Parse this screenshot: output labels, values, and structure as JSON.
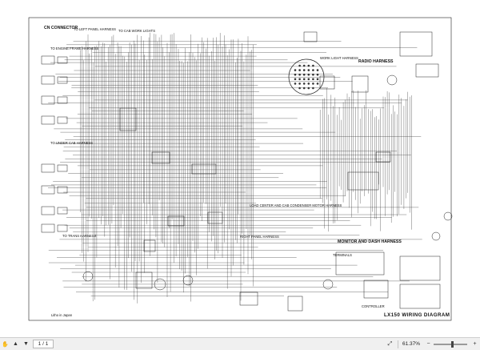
{
  "document": {
    "labels": {
      "cn_connector": "CN CONNECTOR",
      "to_left_panel": "TO LEFT PANEL HARNESS",
      "to_engine_frame": "TO ENGINE FRAME HARNESS",
      "to_cab_work_lights": "TO CAB WORK LIGHTS",
      "work_light_harness": "WORK LIGHT HARNESS",
      "radio_harness": "RADIO HARNESS",
      "to_under_cab": "TO UNDER CAB HARNESS",
      "load_center": "LOAD CENTER AND CAB CONDENSER MOTOR HARNESS",
      "right_panel": "RIGHT PANEL HARNESS",
      "to_trans": "TO TRANS HARNESS",
      "monitor_dash": "MONITOR AND DASH HARNESS",
      "litho": "Litho in Japan",
      "diagram_title": "LX150 WIRING DIAGRAM",
      "controller": "CONTROLLER",
      "terminals": "TERMINALS"
    }
  },
  "toolbar": {
    "page_current": "1 / 1",
    "zoom": "61.37%",
    "icons": {
      "hand_tool": "hand-icon",
      "prev": "arrow-up-icon",
      "next": "arrow-down-icon",
      "fit": "fit-page-icon",
      "zoom_out": "minus-icon",
      "zoom_in": "plus-icon"
    }
  }
}
